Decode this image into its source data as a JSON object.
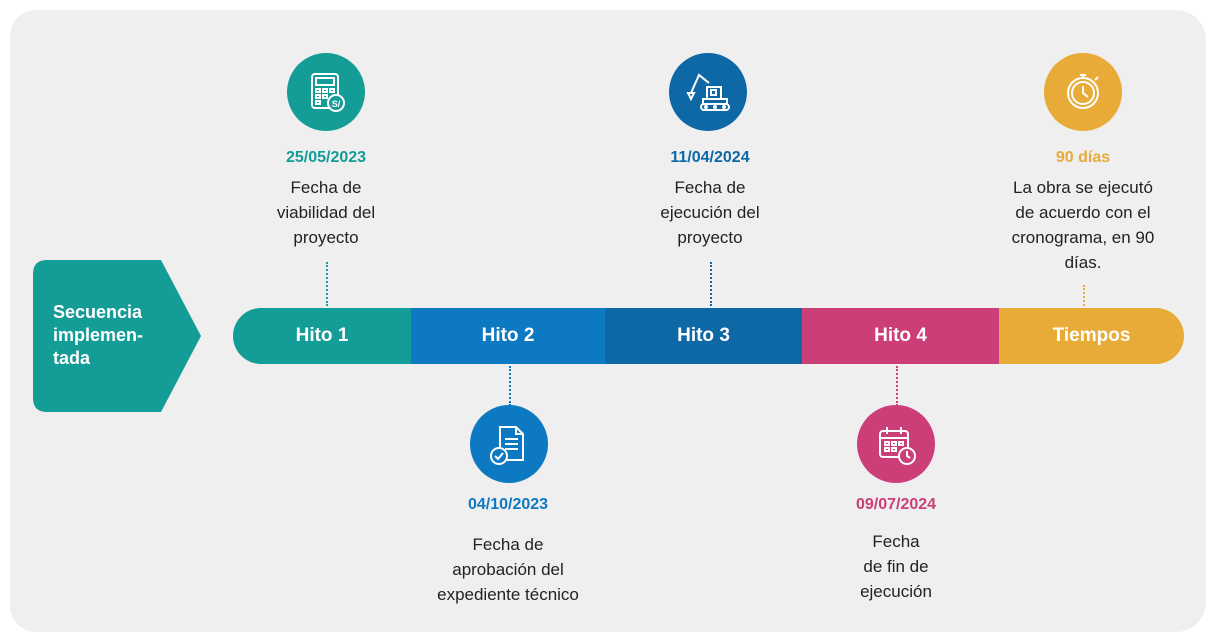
{
  "start": {
    "label": "Secuencia implemen-tada",
    "lines": [
      "Secuencia",
      "implemen-",
      "tada"
    ]
  },
  "segments": [
    {
      "label": "Hito 1",
      "color": "#149c97"
    },
    {
      "label": "Hito 2",
      "color": "#0d79c2"
    },
    {
      "label": "Hito 3",
      "color": "#0f68a6"
    },
    {
      "label": "Hito 4",
      "color": "#cc3e77"
    },
    {
      "label": "Tiempos",
      "color": "#e8ab38"
    }
  ],
  "milestones": [
    {
      "icon": "calculator-icon",
      "date": "25/05/2023",
      "desc_lines": [
        "Fecha de",
        "viabilidad del",
        "proyecto"
      ]
    },
    {
      "icon": "document-check-icon",
      "date": "04/10/2023",
      "desc_lines": [
        "Fecha de",
        "aprobación del",
        "expediente técnico"
      ]
    },
    {
      "icon": "excavator-icon",
      "date": "11/04/2024",
      "desc_lines": [
        "Fecha de",
        "ejecución del",
        "proyecto"
      ]
    },
    {
      "icon": "calendar-clock-icon",
      "date": "09/07/2024",
      "desc_lines": [
        "Fecha",
        "de fin de",
        "ejecución"
      ]
    },
    {
      "icon": "stopwatch-icon",
      "date": "90 días",
      "desc_lines": [
        "La obra se ejecutó",
        "de acuerdo con el",
        "cronograma, en 90",
        "días."
      ]
    }
  ]
}
